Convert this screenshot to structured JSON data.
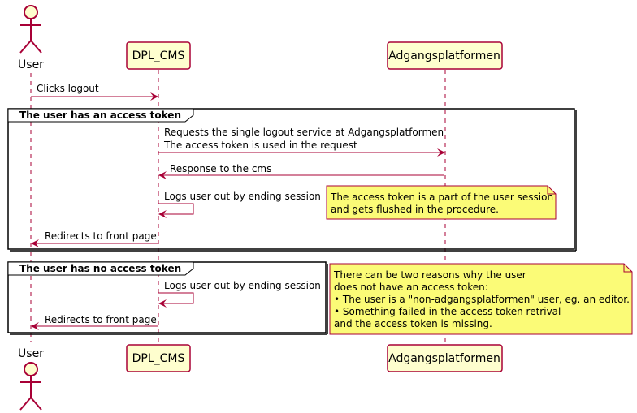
{
  "participants": {
    "user": "User",
    "dpl_cms": "DPL_CMS",
    "adgangsplatformen": "Adgangsplatformen"
  },
  "messages": {
    "clicks_logout": "Clicks logout",
    "request_line1": "Requests the single logout service at Adgangsplatformen",
    "request_line2": "The access token is used in the request",
    "response": "Response to the cms",
    "logout_session_1": "Logs user out by ending session",
    "redirect_1": "Redirects to front page",
    "logout_session_2": "Logs user out by ending session",
    "redirect_2": "Redirects to front page"
  },
  "groups": {
    "with_token": "The user has an access token",
    "without_token": "The user has no access token"
  },
  "notes": {
    "session_note": [
      "The access token is a part of the user session",
      "and gets flushed in the procedure."
    ],
    "reasons_note": [
      "There can be two reasons why the user",
      "does not have an access token:",
      "• The user is a \"non-adgangsplatformen\" user, eg. an editor.",
      "• Something failed in the access token retrival",
      "and the access token is missing."
    ]
  },
  "colors": {
    "participant_fill": "#fefece",
    "participant_border": "#a80036",
    "arrow": "#a80036",
    "note_fill": "#fbfb77",
    "lifeline": "#a80036"
  }
}
